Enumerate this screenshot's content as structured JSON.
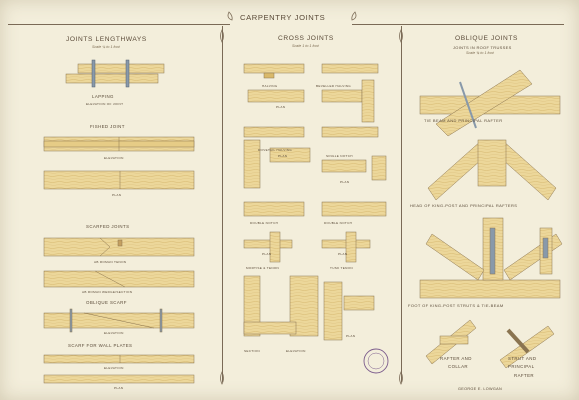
{
  "title": "Carpentry Joints",
  "signature": "George E. Lowgan",
  "left": {
    "heading": "Joints Lengthways",
    "scale": "Scale ¼ to 1 foot",
    "labels": {
      "lapping": "Lapping",
      "lap_elev": "Elevation of Joint",
      "fished": "Fished Joint",
      "elev1": "Elevation",
      "plan1": "Plan",
      "scarfed": "Scarfed Joints",
      "ab_tenon": "Ab Roman Tenon",
      "ab_wedge": "Ab Roman Wedge/Section",
      "oblique": "Oblique Scarf",
      "elev2": "Elevation",
      "scarf_wall": "Scarf for Wall Plates",
      "elev3": "Elevation",
      "plan3": "Plan"
    }
  },
  "middle": {
    "heading": "Cross Joints",
    "scale": "Scale 1 to 1 foot",
    "labels": {
      "halving": "Halving",
      "bevelled": "Bevelled Halving",
      "plan_a": "Plan",
      "dovetail": "Dovetail Halving",
      "plan_b": "Plan",
      "single_notch": "Single Notch",
      "plan_c": "Plan",
      "double_notch": "Double Notch",
      "double_notch2": "Double Notch",
      "plan_d": "Plan",
      "plan_e": "Plan",
      "mortise": "Mortise & Tenon",
      "tusk": "Tusk Tenon",
      "section": "Section",
      "elevation": "Elevation",
      "plan_f": "Plan"
    }
  },
  "right": {
    "heading": "Oblique Joints",
    "subheading": "Joints in Roof Trusses",
    "scale": "Scale ¾ to 1 foot",
    "labels": {
      "tie_beam": "Tie Beam and Principal Rafter",
      "king_post_head": "Head of King-Post and Principal Rafters",
      "foot_king_post": "Foot of King-Post Struts & Tie-Beam",
      "rafter_collar_1": "Rafter and",
      "rafter_collar_2": "Collar",
      "strut_1": "Strut and",
      "strut_2": "Principal",
      "strut_3": "Rafter"
    }
  },
  "colors": {
    "paper": "#f3eedb",
    "wood": "#ecd79a",
    "wood_dark": "#d9b96a",
    "ink": "#5a4a38",
    "iron": "#8899aa"
  }
}
